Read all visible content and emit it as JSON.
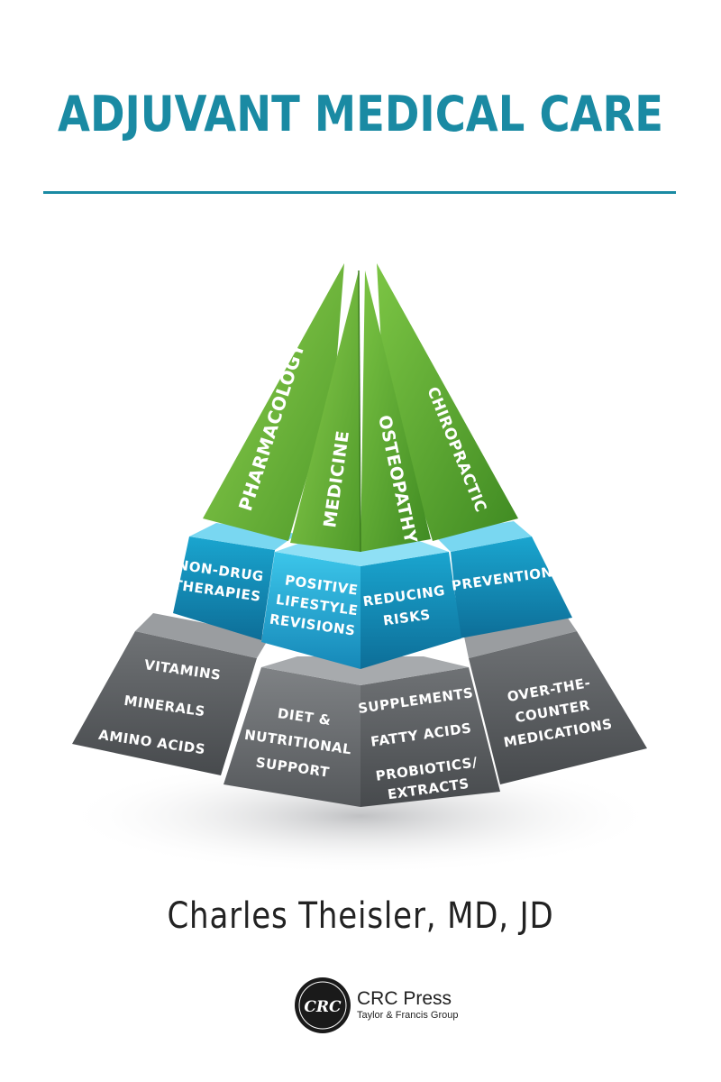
{
  "cover": {
    "title": "ADJUVANT MEDICAL CARE",
    "author": "Charles Theisler, MD, JD",
    "colors": {
      "title": "#1a8aa3",
      "top_tier": "#6cb83c",
      "middle_tier": "#25a9cf",
      "bottom_tier": "#6a6d70"
    }
  },
  "pyramid": {
    "top": [
      "PHARMACOLOGY",
      "MEDICINE",
      "OSTEOPATHY",
      "CHIROPRACTIC"
    ],
    "middle": {
      "left": [
        "NON-DRUG",
        "THERAPIES"
      ],
      "front": [
        "POSITIVE",
        "LIFESTYLE",
        "REVISIONS"
      ],
      "center_right": [
        "REDUCING",
        "RISKS"
      ],
      "right": [
        "PREVENTION"
      ]
    },
    "bottom": {
      "left": [
        "VITAMINS",
        "MINERALS",
        "AMINO ACIDS"
      ],
      "front": [
        "DIET &",
        "NUTRITIONAL",
        "SUPPORT"
      ],
      "center_right": [
        "SUPPLEMENTS",
        "FATTY ACIDS",
        "PROBIOTICS/",
        "EXTRACTS"
      ],
      "right": [
        "OVER-THE-",
        "COUNTER",
        "MEDICATIONS"
      ]
    }
  },
  "publisher": {
    "logo_text": "CRC",
    "name": "CRC Press",
    "group": "Taylor & Francis Group"
  }
}
